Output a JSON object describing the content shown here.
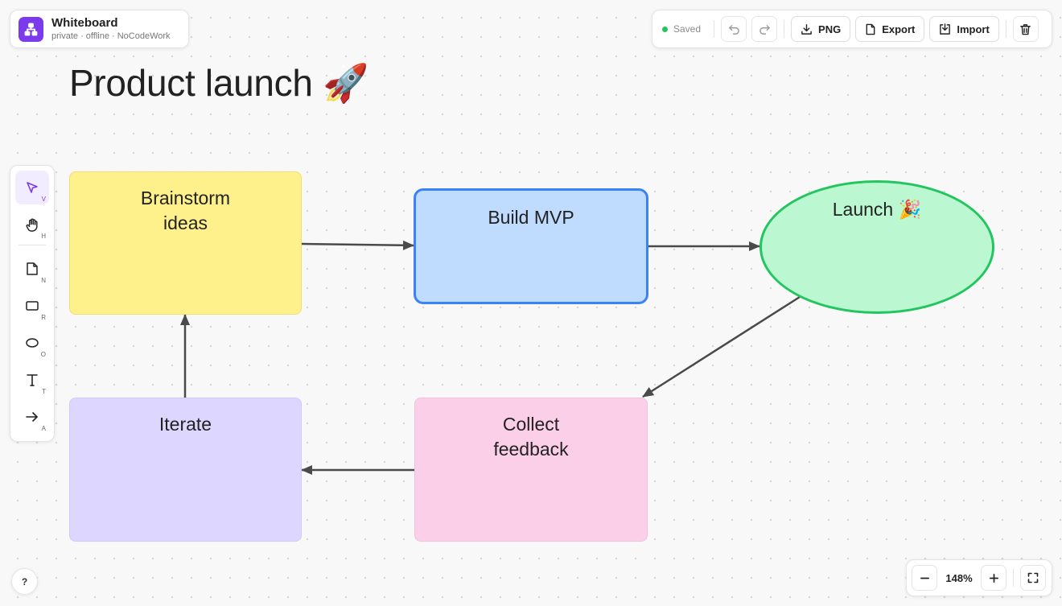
{
  "app": {
    "title": "Whiteboard",
    "subtitle": "private · offline · NoCodeWork",
    "logo_icon": "diagram-icon",
    "accent": "#7c3aed"
  },
  "toolbar": {
    "status": "Saved",
    "status_color": "#22c55e",
    "undo_icon": "undo-icon",
    "redo_icon": "redo-icon",
    "png_label": "PNG",
    "export_label": "Export",
    "import_label": "Import",
    "delete_icon": "trash-icon"
  },
  "board": {
    "title": "Product launch 🚀"
  },
  "tools": [
    {
      "name": "select",
      "key": "V",
      "icon": "cursor-icon",
      "active": true
    },
    {
      "name": "hand",
      "key": "H",
      "icon": "hand-icon",
      "active": false
    },
    {
      "name": "note",
      "key": "N",
      "icon": "note-icon",
      "active": false
    },
    {
      "name": "rectangle",
      "key": "R",
      "icon": "rectangle-icon",
      "active": false
    },
    {
      "name": "ellipse",
      "key": "O",
      "icon": "ellipse-icon",
      "active": false
    },
    {
      "name": "text",
      "key": "T",
      "icon": "text-icon",
      "active": false
    },
    {
      "name": "arrow",
      "key": "A",
      "icon": "arrow-icon",
      "active": false
    }
  ],
  "nodes": {
    "brainstorm": {
      "label": "Brainstorm\nideas",
      "color": "#fef08a"
    },
    "build": {
      "label": "Build MVP",
      "color": "#bfdbfe",
      "border": "#3b82f6"
    },
    "launch": {
      "label": "Launch 🎉",
      "color": "#bbf7d0",
      "border": "#22c55e"
    },
    "iterate": {
      "label": "Iterate",
      "color": "#ddd6fe"
    },
    "collect": {
      "label": "Collect\nfeedback",
      "color": "#fbcfe8"
    }
  },
  "connections": [
    {
      "from": "Brainstorm ideas",
      "to": "Build MVP"
    },
    {
      "from": "Build MVP",
      "to": "Launch 🎉"
    },
    {
      "from": "Launch 🎉",
      "to": "Collect feedback"
    },
    {
      "from": "Collect feedback",
      "to": "Iterate"
    },
    {
      "from": "Iterate",
      "to": "Brainstorm ideas"
    }
  ],
  "help": {
    "label": "?"
  },
  "zoom": {
    "value": "148%",
    "minus_icon": "minus-icon",
    "plus_icon": "plus-icon",
    "fit_icon": "fullscreen-icon"
  }
}
